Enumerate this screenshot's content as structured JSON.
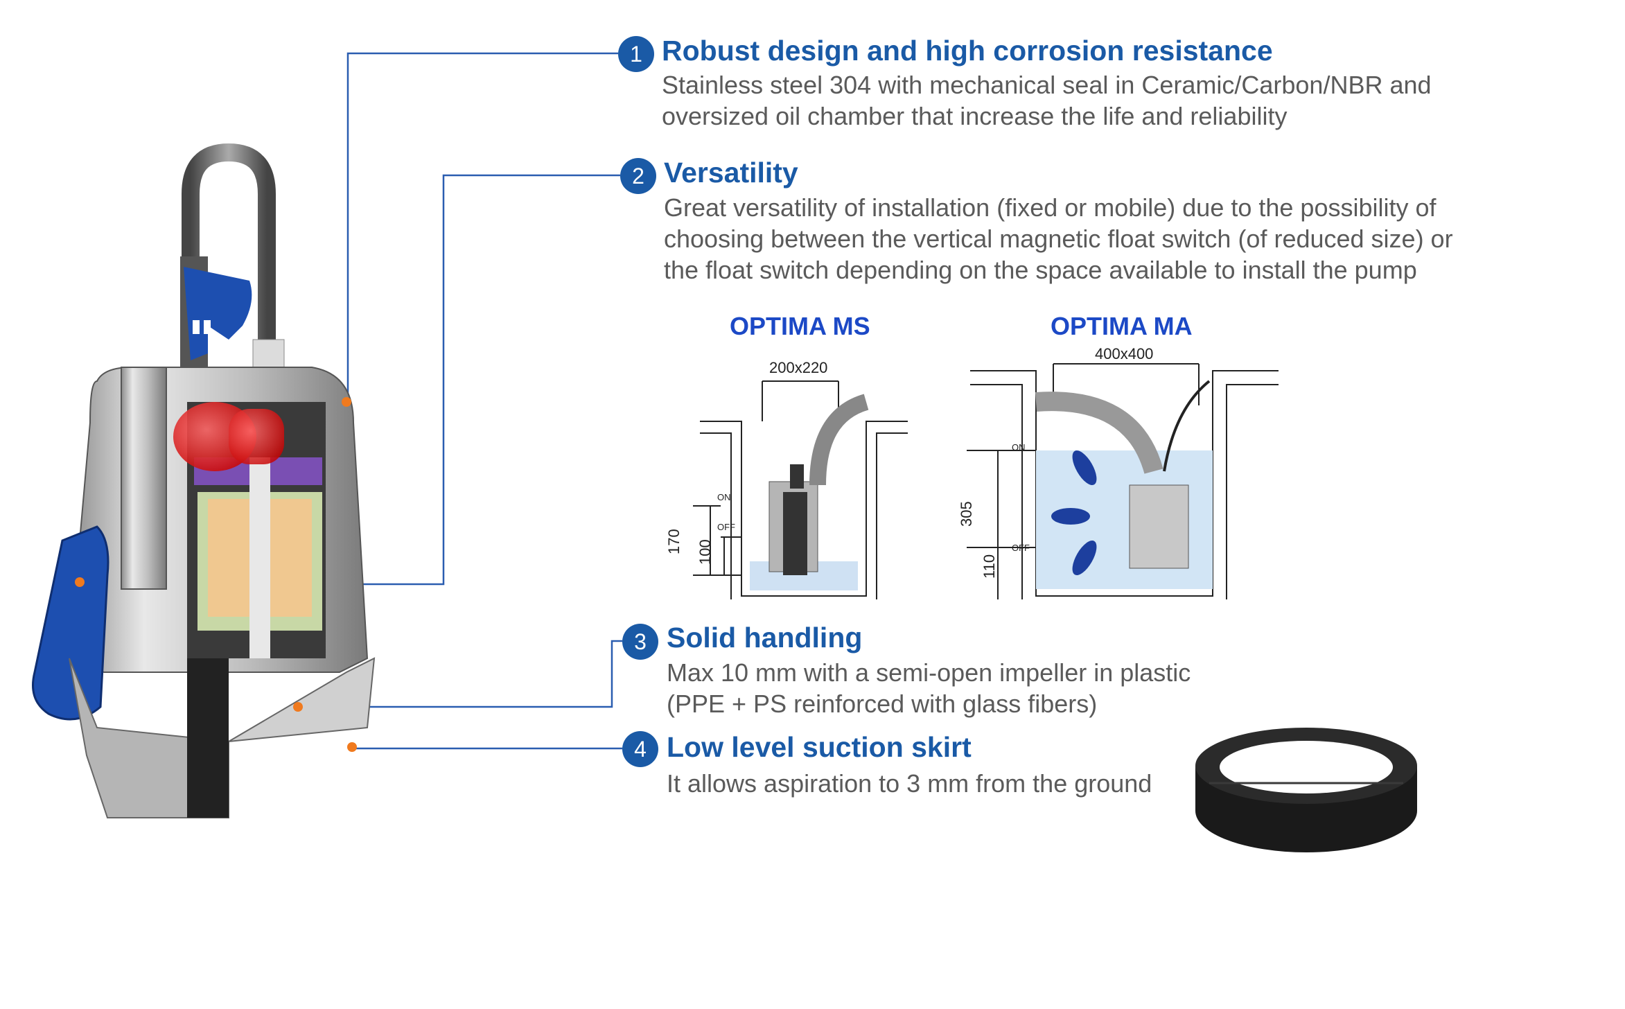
{
  "features": [
    {
      "number": "1",
      "title": "Robust design and high corrosion resistance",
      "lines": [
        "Stainless steel 304 with mechanical seal in Ceramic/Carbon/NBR and",
        "oversized oil chamber that increase the life and reliability"
      ]
    },
    {
      "number": "2",
      "title": "Versatility",
      "lines": [
        "Great versatility of installation (fixed or mobile) due to the possibility of",
        "choosing between the vertical magnetic float switch (of reduced size) or",
        "the float switch depending on the space available to install the pump"
      ]
    },
    {
      "number": "3",
      "title": "Solid handling",
      "lines": [
        "Max 10 mm with a semi-open impeller in plastic",
        "(PPE + PS reinforced with glass fibers)"
      ]
    },
    {
      "number": "4",
      "title": "Low level suction skirt",
      "lines": [
        "It allows aspiration to 3 mm from the ground"
      ]
    }
  ],
  "models": {
    "ms": {
      "title": "OPTIMA MS",
      "pit_size": "200x220",
      "dim_on": "170",
      "dim_off": "100",
      "on": "ON",
      "off": "OFF"
    },
    "ma": {
      "title": "OPTIMA MA",
      "pit_size": "400x400",
      "dim_on": "305",
      "dim_off": "110",
      "on": "ON",
      "off": "OFF"
    }
  },
  "colors": {
    "accent": "#1a5aa6",
    "model_title": "#1c49c6",
    "text": "#5a5a5a",
    "leader": "#2a5db0"
  },
  "icons": [
    "pump-cutaway-illustration",
    "suction-skirt-ring"
  ]
}
